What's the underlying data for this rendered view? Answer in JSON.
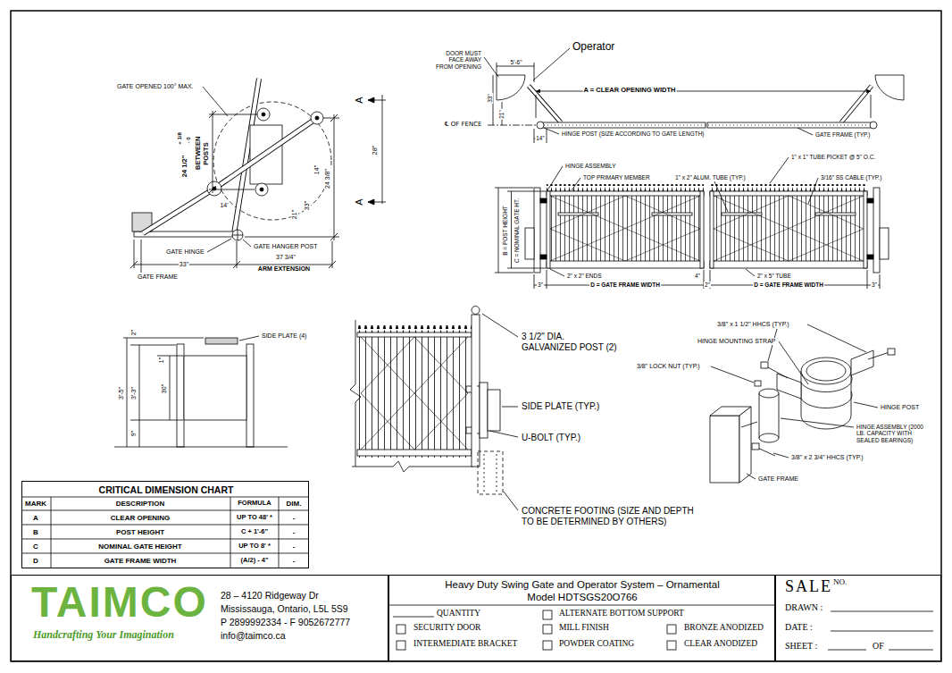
{
  "diagram": {
    "nodes": [
      {
        "text": [
          "CRITICAL DIMENSION CHART"
        ]
      },
      {
        "text": [
          "TAIMCO",
          "Handcrafting Your Imagination",
          "28 – 4120 Ridgeway Dr",
          "Mississauga, Ontario, L5L 5S9",
          "P 2899992334 - F 9052672777",
          "info@taimco.ca"
        ]
      },
      {
        "text": [
          "Heavy Duty Swing Gate and Operator System – Ornamental",
          "Model HDTSGS20O766",
          "QUANTITY",
          "SECURITY DOOR",
          "INTERMEDIATE BRACKET",
          "ALTERNATE BOTTOM SUPPORT",
          "MILL FINISH",
          "POWDER COATING",
          "BRONZE ANODIZED",
          "CLEAR ANODIZED"
        ]
      },
      {
        "text": [
          "SALE",
          "NO.",
          "DRAWN :",
          "DATE :",
          "SHEET :",
          "OF"
        ]
      }
    ],
    "labels": [
      "GATE OPENED 100° MAX.",
      "24 1/2\"",
      "+ 1/8",
      "- 0",
      "BETWEEN POSTS",
      "24 3/8\"",
      "28\"",
      "14\"",
      "33\"",
      "21\"",
      "14'",
      "GATE HINGE",
      "GATE HANGER POST",
      "33\"",
      "37 3/4\"",
      "ARM EXTENSION",
      "GATE FRAME",
      "A",
      "A",
      "DOOR MUST FACE AWAY FROM OPENING",
      "Operator",
      "5'-6\"",
      "33\"",
      "21\"",
      "A = CLEAR OPENING WIDTH",
      "℄ OF FENCE",
      "14\"",
      "HINGE POST (SIZE ACCORDING TO GATE LENGTH)",
      "GATE FRAME (TYP.)",
      "HINGE ASSEMBLY",
      "TOP PRIMARY MEMBER",
      "1\" x 2\" ALUM. TUBE (TYP.)",
      "1\" x 1\" TUBE PICKET @ 5\" O.C.",
      "3/16\" SS CABLE (TYP.)",
      "B = POST HEIGHT",
      "C = NOMINAL GATE HT.",
      "2\" x 2\" ENDS",
      "4\"",
      "2\" x 5\" TUBE",
      "3\"",
      "D = GATE FRAME WIDTH",
      "2\"",
      "D = GATE FRAME WIDTH",
      "3\"",
      "2\"",
      "1\"",
      "SIDE PLATE (4)",
      "3'-5\"",
      "3'-3\"",
      "30\"",
      "9\"",
      "3 1/2\" DIA. GALVANIZED POST (2)",
      "SIDE PLATE (TYP.)",
      "U-BOLT (TYP.)",
      "CONCRETE FOOTING (SIZE AND DEPTH TO BE DETERMINED BY OTHERS)",
      "3/8\" x 1 1/2\" HHCS (TYP.)",
      "HINGE MOUNTING STRAP",
      "3/8\" LOCK NUT (TYP.)",
      "HINGE POST",
      "HINGE ASSEMBLY (2000 LB. CAPACITY WITH SEALED BEARINGS)",
      "3/8\" x 2 3/4\" HHCS (TYP.)",
      "GATE FRAME",
      "MARK",
      "DESCRIPTION",
      "FORMULA",
      "DIM.",
      "A",
      "CLEAR OPENING",
      "UP TO 48' *",
      "-",
      "B",
      "POST HEIGHT",
      "C + 1'-6\"",
      "-",
      "C",
      "NOMINAL GATE HEIGHT",
      "UP TO 8' *",
      "-",
      "D",
      "GATE FRAME WIDTH",
      "(A/2) - 4\"",
      "-"
    ]
  }
}
